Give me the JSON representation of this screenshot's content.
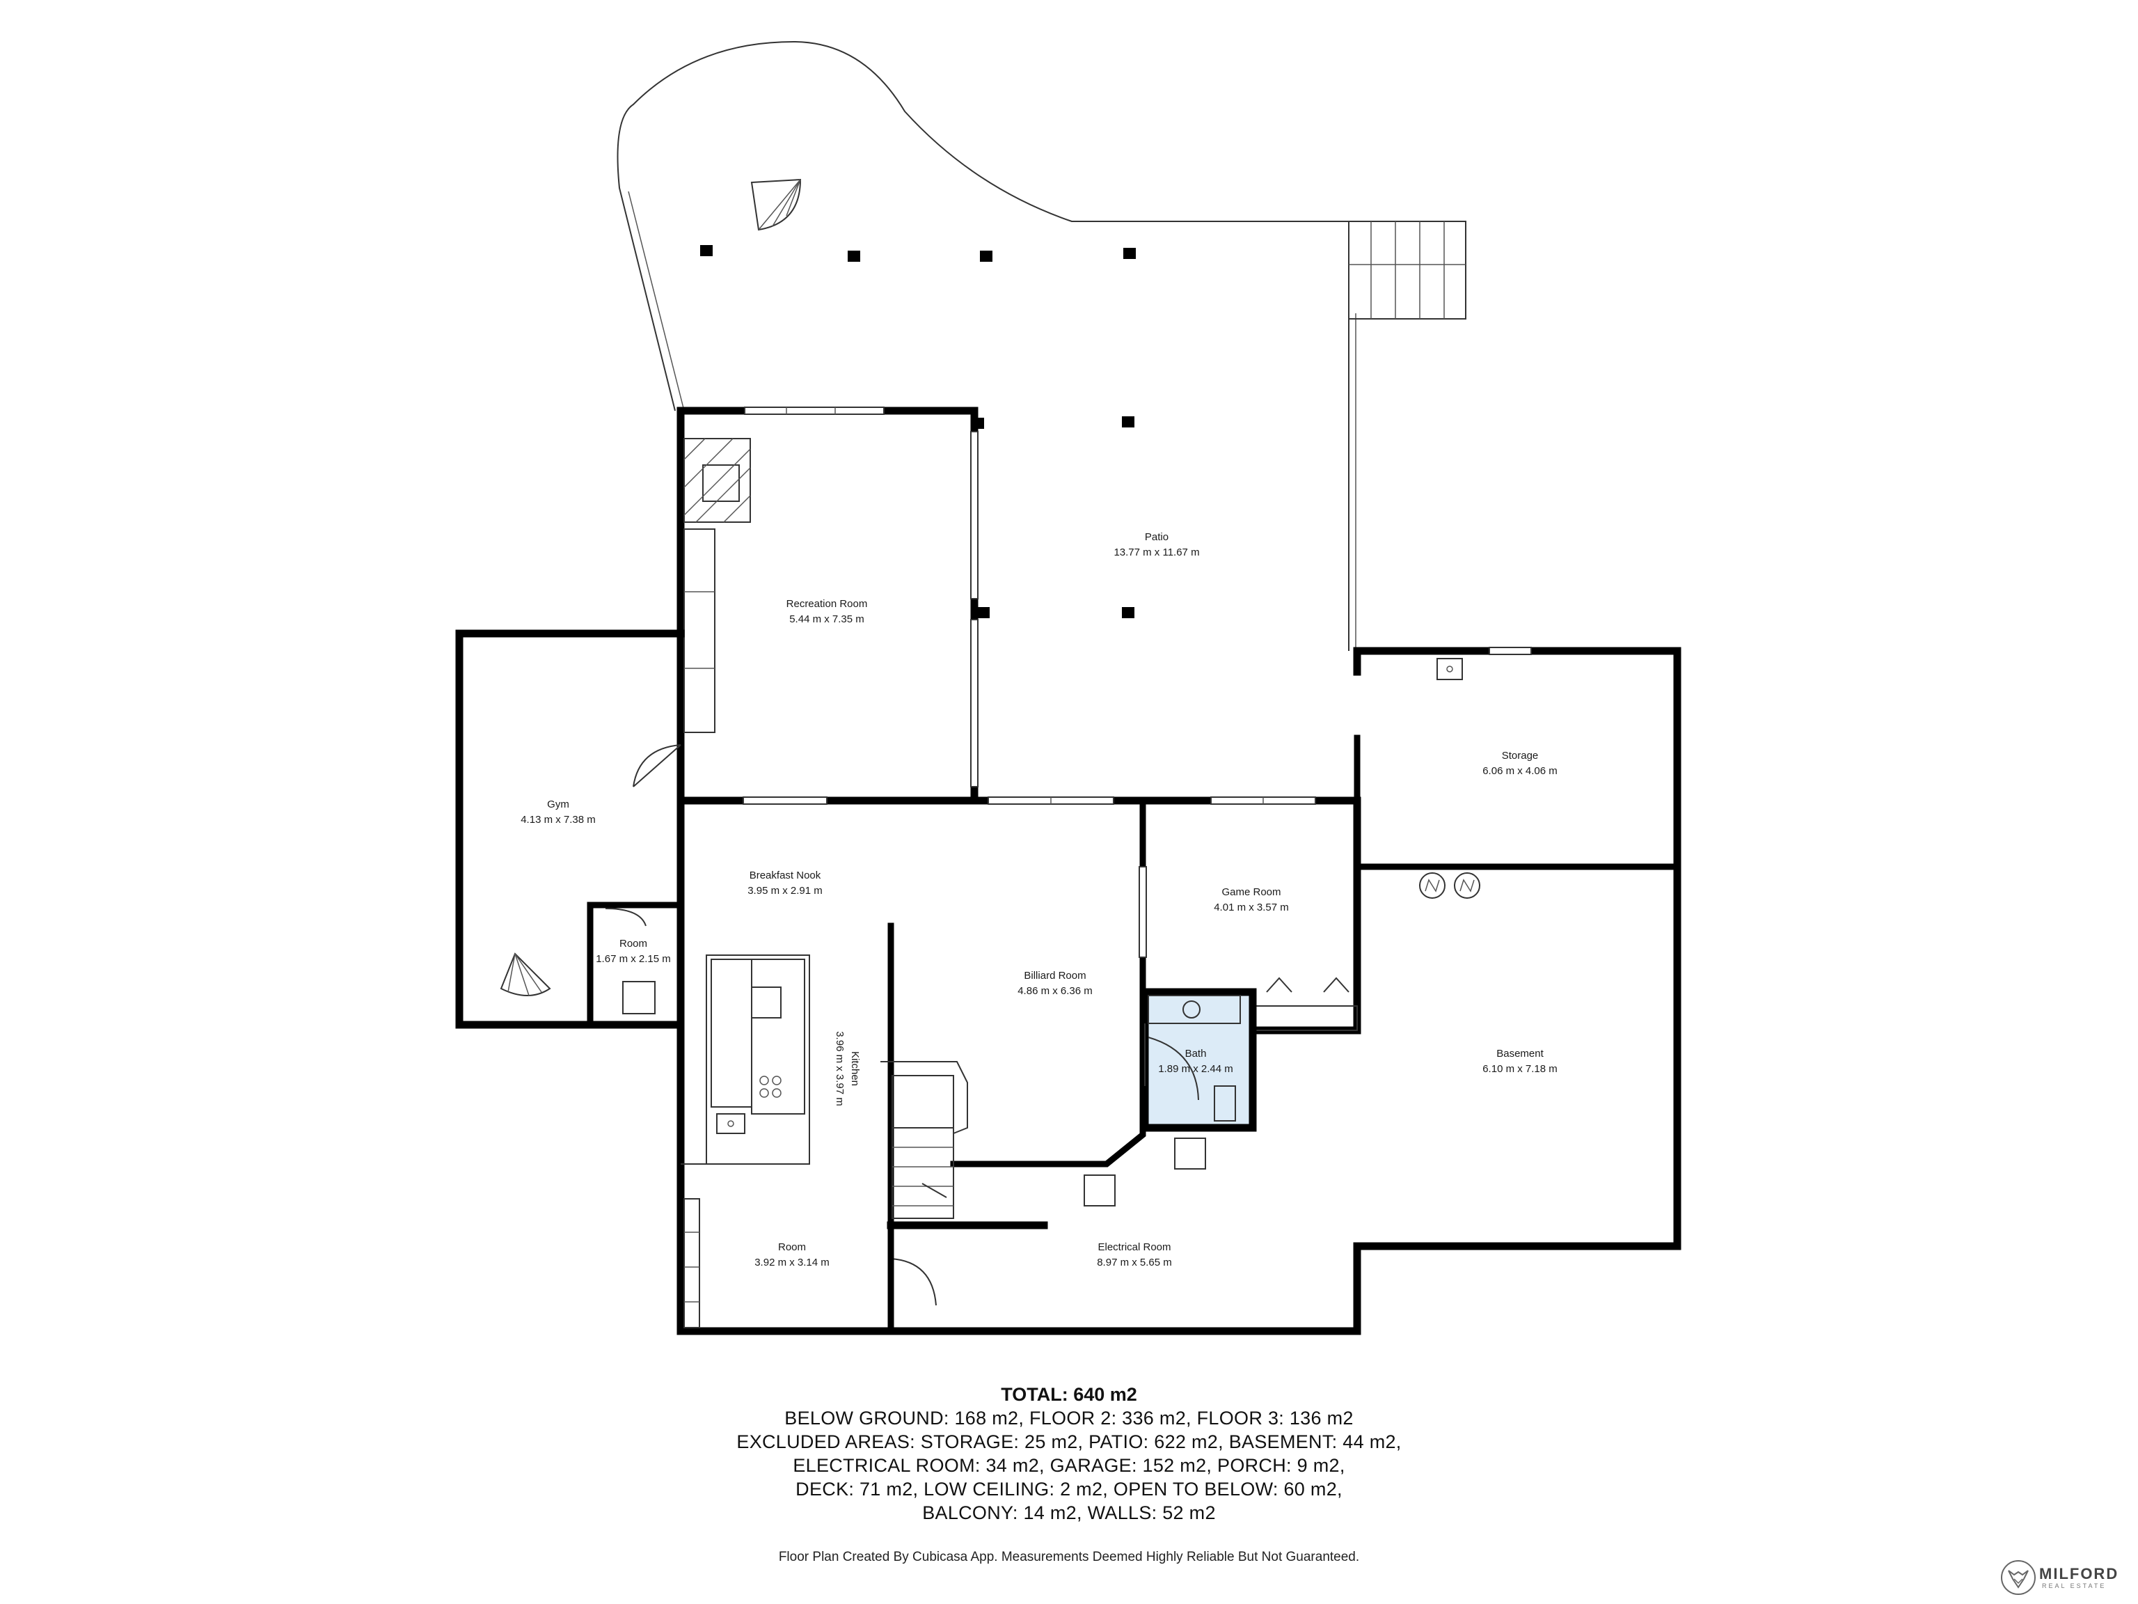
{
  "rooms": {
    "patio": {
      "name": "Patio",
      "dims": "13.77 m x 11.67 m"
    },
    "recreation": {
      "name": "Recreation Room",
      "dims": "5.44 m x 7.35 m"
    },
    "gym": {
      "name": "Gym",
      "dims": "4.13 m x 7.38 m"
    },
    "small_room": {
      "name": "Room",
      "dims": "1.67 m x 2.15 m"
    },
    "breakfast": {
      "name": "Breakfast Nook",
      "dims": "3.95 m x 2.91 m"
    },
    "kitchen": {
      "name": "Kitchen",
      "dims": "3.96 m x 3.97 m"
    },
    "billiard": {
      "name": "Billiard Room",
      "dims": "4.86 m x 6.36 m"
    },
    "game": {
      "name": "Game Room",
      "dims": "4.01 m x 3.57 m"
    },
    "bath": {
      "name": "Bath",
      "dims": "1.89 m x 2.44 m"
    },
    "storage": {
      "name": "Storage",
      "dims": "6.06 m x 4.06 m"
    },
    "basement": {
      "name": "Basement",
      "dims": "6.10 m x 7.18 m"
    },
    "room": {
      "name": "Room",
      "dims": "3.92 m x 3.14 m"
    },
    "electrical": {
      "name": "Electrical Room",
      "dims": "8.97 m x 5.65 m"
    }
  },
  "summary": {
    "total": "TOTAL: 640 m2",
    "lines": [
      "BELOW GROUND: 168 m2, FLOOR 2: 336 m2, FLOOR 3: 136 m2",
      "EXCLUDED AREAS: STORAGE: 25 m2, PATIO: 622 m2, BASEMENT: 44 m2,",
      "ELECTRICAL ROOM: 34 m2, GARAGE: 152 m2, PORCH: 9 m2,",
      "DECK: 71 m2, LOW CEILING: 2 m2, OPEN TO BELOW: 60 m2,",
      "BALCONY: 14 m2, WALLS: 52 m2"
    ]
  },
  "footnote": "Floor Plan Created By Cubicasa App. Measurements Deemed Highly Reliable But Not Guaranteed.",
  "logo": {
    "brand": "MILFORD",
    "sub": "REAL ESTATE"
  },
  "colors": {
    "bath_fill": "#dcebf7",
    "wall": "#000000"
  }
}
